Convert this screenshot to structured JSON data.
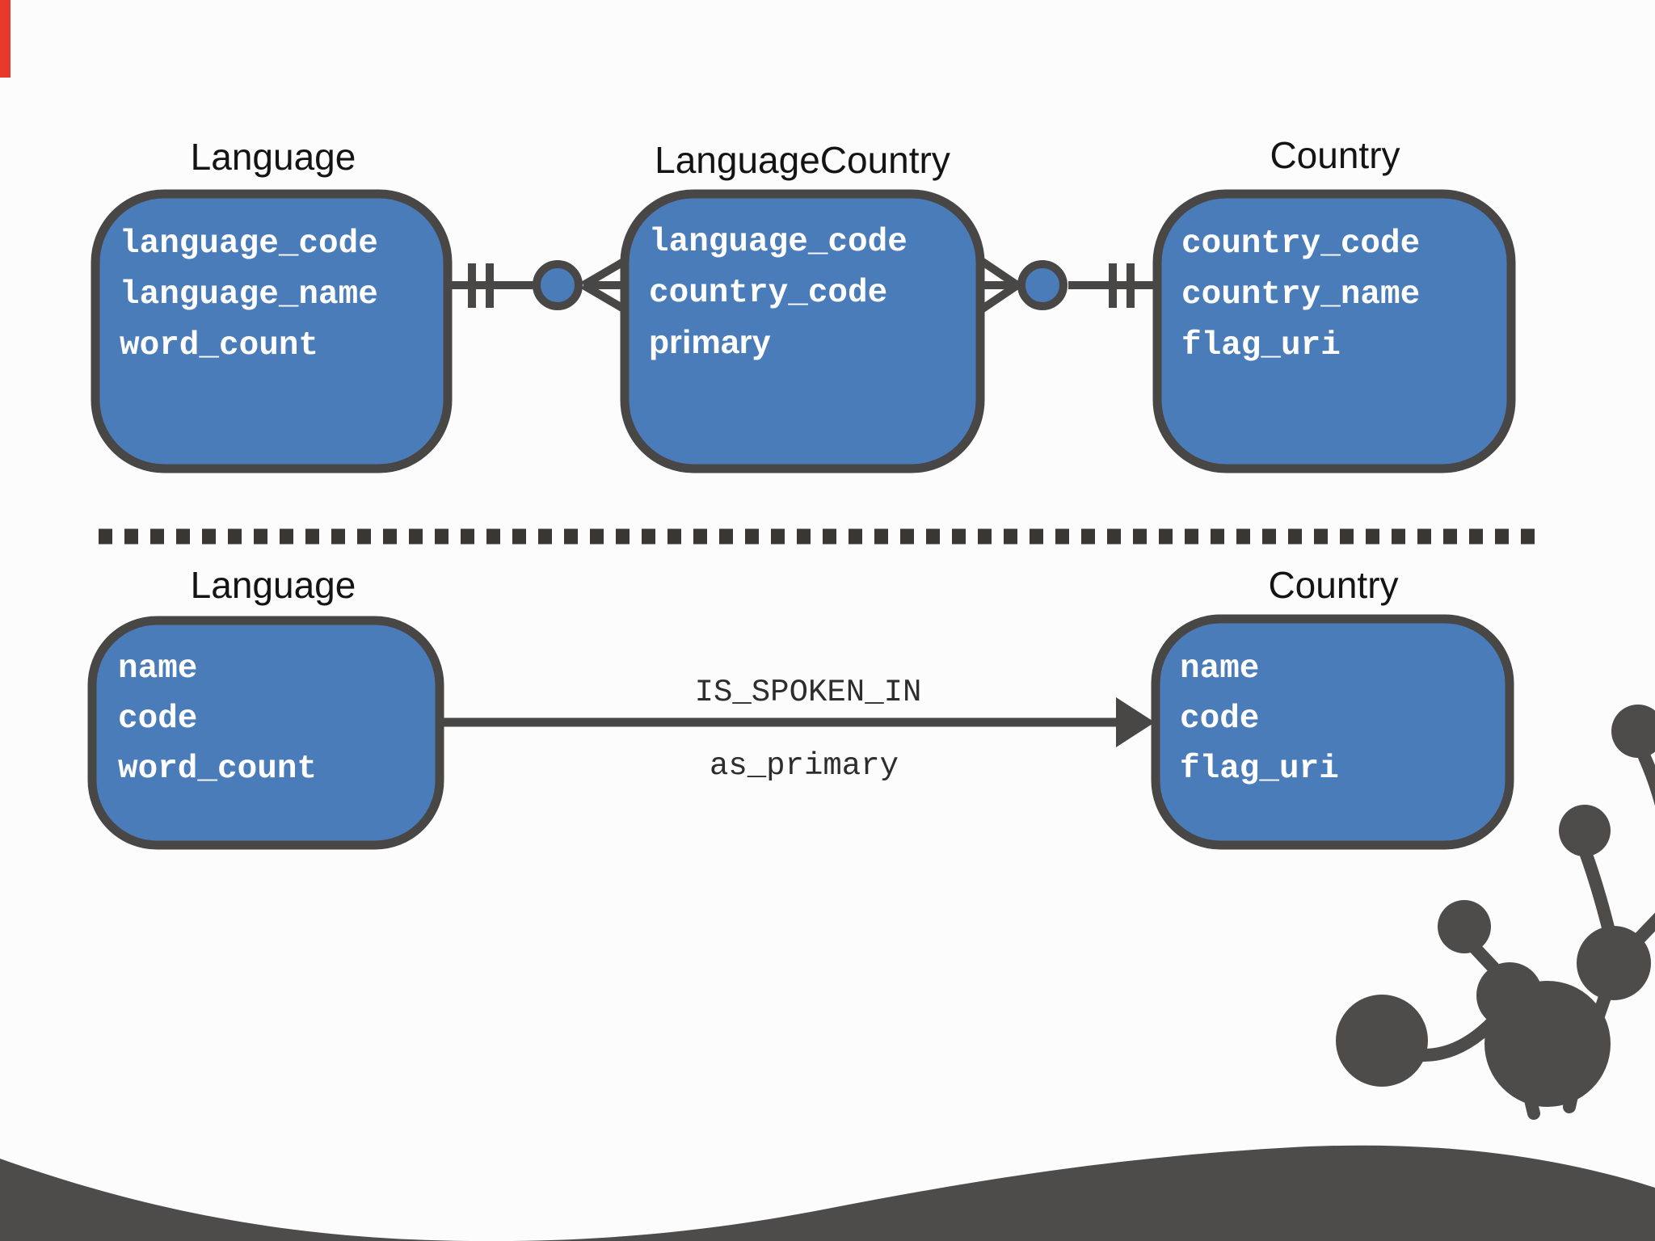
{
  "colors": {
    "box_fill": "#4b7cba",
    "box_stroke": "#494646",
    "field_text": "#ffffff",
    "title_text": "#141414",
    "relationship_label_text": "#2d2d2d",
    "decoration_gray": "#4e4b4b",
    "separator_dots": "#393636",
    "edge_artifact_red": "#e8392c"
  },
  "er_model": {
    "language": {
      "title": "Language",
      "fields": [
        "language_code",
        "language_name",
        "word_count"
      ]
    },
    "language_country": {
      "title": "LanguageCountry",
      "fields": [
        "language_code",
        "country_code",
        "primary"
      ]
    },
    "country": {
      "title": "Country",
      "fields": [
        "country_code",
        "country_name",
        "flag_uri"
      ]
    },
    "relationships": [
      {
        "from": "Language",
        "to": "LanguageCountry",
        "cardinality": "one-and-only-one to zero-or-many"
      },
      {
        "from": "LanguageCountry",
        "to": "Country",
        "cardinality": "zero-or-many to one-and-only-one"
      }
    ]
  },
  "graph_model": {
    "language": {
      "title": "Language",
      "fields": [
        "name",
        "code",
        "word_count"
      ]
    },
    "country": {
      "title": "Country",
      "fields": [
        "name",
        "code",
        "flag_uri"
      ]
    },
    "relationship": {
      "name": "IS_SPOKEN_IN",
      "property": "as_primary",
      "direction": "Language to Country"
    }
  }
}
